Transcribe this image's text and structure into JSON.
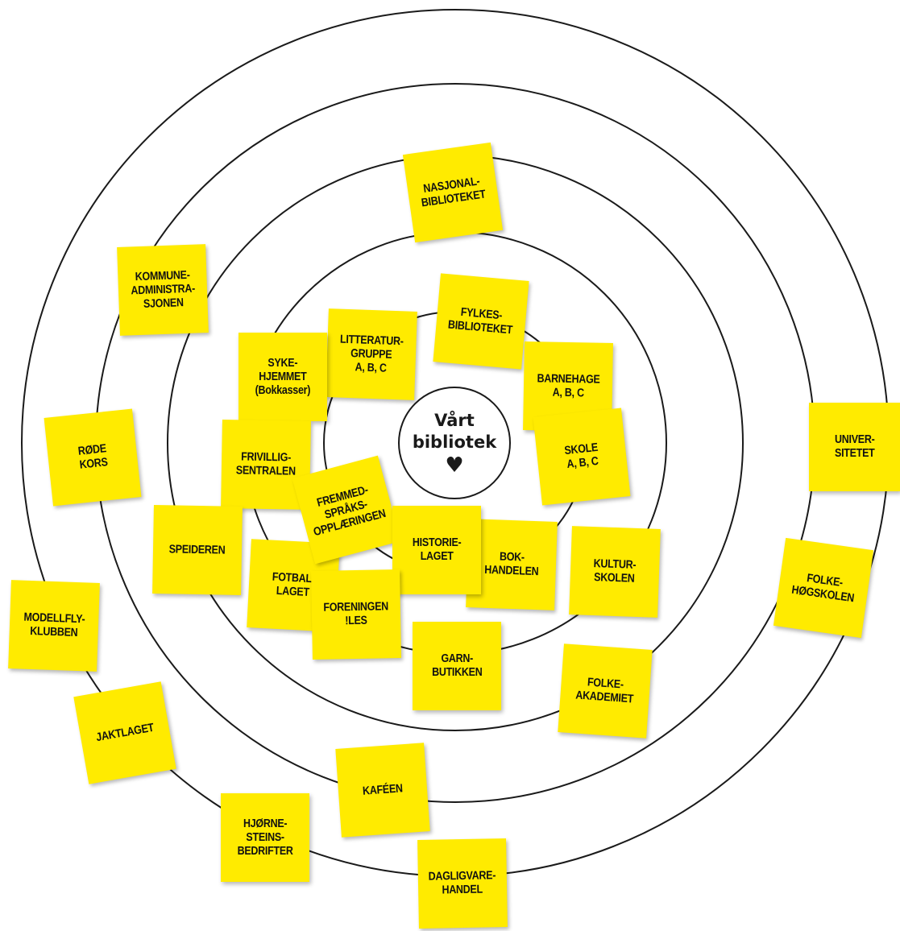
{
  "center": {
    "title": "Vårt\nbibliotek",
    "icon": "heart-icon"
  },
  "colors": {
    "note": "#ffeb00",
    "ring": "#1a1a1a",
    "background": "#ffffff"
  },
  "notes": {
    "nasjonalbiblioteket": "NASJONAL-\nBIBLIOTEKET",
    "kommuneadministrasjonen": "KOMMUNE-\nADMINISTRA-\nSJONEN",
    "fylkesbiblioteket": "FYLKES-\nBIBLIOTEKET",
    "litteraturgruppe": "LITTERATUR-\nGRUPPE\nA, B, C",
    "sykehjemmet": "SYKE-\nHJEMMET\n(Bokkasser)",
    "barnehage": "BARNEHAGE\nA, B, C",
    "skole": "SKOLE\nA, B, C",
    "rode_kors": "RØDE\nKORS",
    "frivilligsentralen": "FRIVILLIG-\nSENTRALEN",
    "universitetet": "UNIVER-\nSITETET",
    "fremmedspraksopplaeringen": "FREMMED-\nSPRÅKS-\nOPPLÆRINGEN",
    "speideren": "SPEIDEREN",
    "historielaget": "HISTORIE-\nLAGET",
    "bokhandelen": "BOK-\nHANDELEN",
    "kulturskolen": "KULTUR-\nSKOLEN",
    "fotballaget": "FOTBAL-\nLAGET",
    "foreningen_les": "FORENINGEN\n!LES",
    "folkehogskolen": "FOLKE-\nHØGSKOLEN",
    "modellflyklubben": "MODELLFLY-\nKLUBBEN",
    "garnbutikken": "GARN-\nBUTIKKEN",
    "folkeakademiet": "FOLKE-\nAKADEMIET",
    "jaktlaget": "JAKTLAGET",
    "kafeen": "KAFÉEN",
    "hjornesteinsbedrifter": "HJØRNE-\nSTEINS-\nBEDRIFTER",
    "dagligvarehandel": "DAGLIGVARE-\nHANDEL"
  }
}
